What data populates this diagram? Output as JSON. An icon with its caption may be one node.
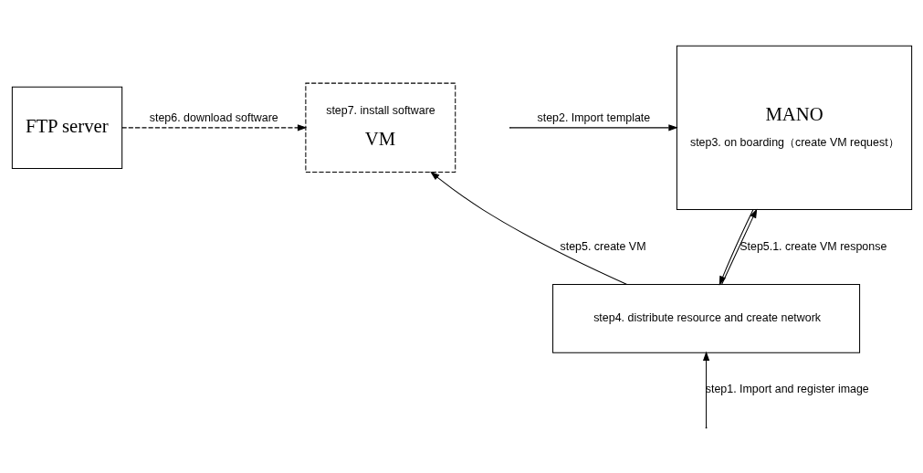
{
  "diagram": {
    "nodes": [
      {
        "text": [
          "FTP server"
        ]
      },
      {
        "text": [
          "step7. install software",
          "VM"
        ]
      },
      {
        "text": [
          "MANO",
          "step3. on boarding（create VM request）"
        ]
      },
      {
        "text": [
          "step4. distribute resource and create network"
        ]
      }
    ],
    "edges": [
      {
        "from": 0,
        "to": 1,
        "arrow": "to",
        "label": "step6. download software",
        "style": "dashed"
      },
      {
        "from": null,
        "to": 2,
        "arrow": "to",
        "label": "step2. Import template"
      },
      {
        "from": 2,
        "to": 3,
        "arrow": "to"
      },
      {
        "from": 3,
        "to": 1,
        "arrow": "to",
        "label": "step5. create VM"
      },
      {
        "from": 3,
        "to": 2,
        "arrow": "to",
        "label": "Step5.1. create VM response"
      },
      {
        "from": null,
        "to": 3,
        "arrow": "to",
        "label": "step1. Import and register image"
      }
    ]
  }
}
